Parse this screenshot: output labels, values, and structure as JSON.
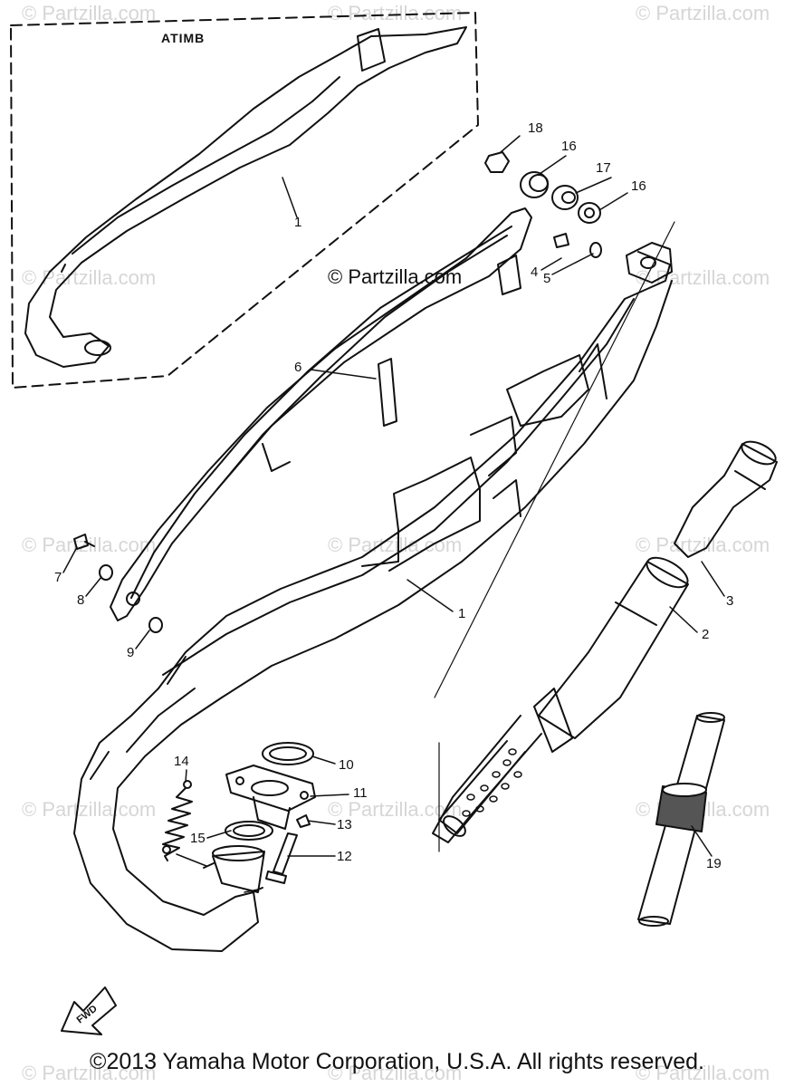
{
  "watermark": "© Partzilla.com",
  "center_watermark": "© Partzilla.com",
  "inset_label": "ATIMB",
  "copyright": "©2013 Yamaha Motor Corporation, U.S.A. All rights reserved.",
  "fwd_label": "FWD",
  "callouts": {
    "c1_inset": "1",
    "c1": "1",
    "c2": "2",
    "c3": "3",
    "c4": "4",
    "c5": "5",
    "c6": "6",
    "c7": "7",
    "c8": "8",
    "c9": "9",
    "c10": "10",
    "c11": "11",
    "c12": "12",
    "c13": "13",
    "c14": "14",
    "c15": "15",
    "c16a": "16",
    "c16b": "16",
    "c17": "17",
    "c18": "18",
    "c19": "19"
  }
}
